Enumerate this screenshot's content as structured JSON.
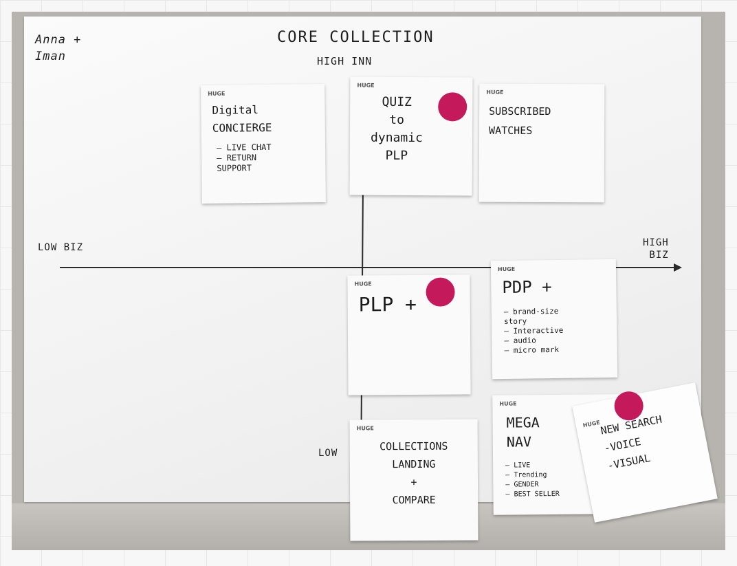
{
  "board": {
    "author": "Anna +\nIman",
    "title": "CORE COLLECTION",
    "axis": {
      "top": "HIGH INN",
      "bottom": "LOW",
      "left": "LOW BIZ",
      "right": "HIGH\nBIZ"
    }
  },
  "notes": {
    "brand_label": "HUGE",
    "digital_concierge": {
      "title": "Digital\nCONCIERGE",
      "items": [
        "LIVE CHAT",
        "RETURN\nSUPPORT"
      ]
    },
    "quiz": {
      "title": "QUIZ\nto\ndynamic\nPLP"
    },
    "subscribed_watches": {
      "title": "SUBSCRIBED\nWATCHES"
    },
    "plp_plus": {
      "title": "PLP +"
    },
    "pdp_plus": {
      "title": "PDP +",
      "items": [
        "brand-size\nstory",
        "Interactive",
        "audio",
        "micro mark"
      ]
    },
    "collections_landing": {
      "title": "COLLECTIONS\nLANDING\n+\nCOMPARE"
    },
    "mega_nav": {
      "title": "MEGA\nNAV",
      "items": [
        "LIVE",
        "Trending",
        "GENDER",
        "BEST SELLER"
      ]
    },
    "new_search": {
      "title": "NEW SEARCH\n-VOICE\n-VISUAL"
    }
  },
  "colors": {
    "dot": "#c4195a",
    "note": "#fafafa",
    "board": "#f4f4f4",
    "ink": "#1d1d1d"
  }
}
